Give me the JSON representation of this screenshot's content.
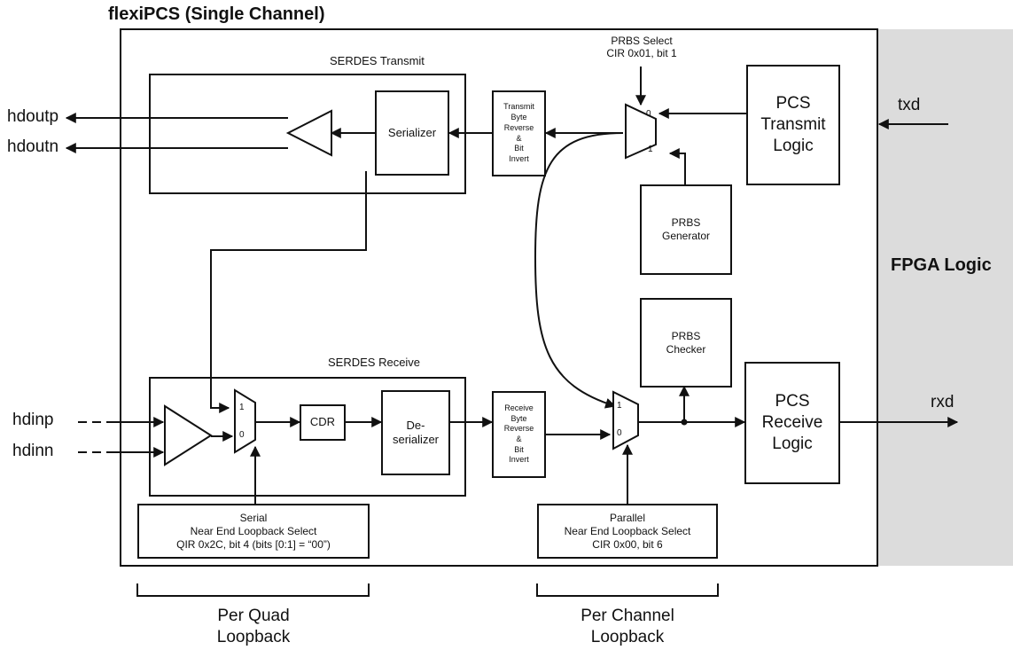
{
  "title": "flexiPCS (Single Channel)",
  "region_label": "FPGA Logic",
  "groups": {
    "serdes_transmit": "SERDES Transmit",
    "serdes_receive": "SERDES Receive"
  },
  "blocks": {
    "serializer": "Serializer",
    "transmit_reverse": "Transmit\nByte\nReverse\n&\nBit\nInvert",
    "receive_reverse": "Receive\nByte\nReverse\n&\nBit\nInvert",
    "pcs_transmit": "PCS\nTransmit\nLogic",
    "pcs_receive": "PCS\nReceive\nLogic",
    "prbs_generator": "PRBS\nGenerator",
    "prbs_checker": "PRBS\nChecker",
    "cdr": "CDR",
    "deserializer": "De-\nserializer",
    "serial_loopback_select": "Serial\nNear End Loopback Select\nQIR 0x2C, bit 4 (bits [0:1] = “00”)",
    "parallel_loopback_select": "Parallel\nNear End Loopback Select\nCIR 0x00, bit 6"
  },
  "prbs_select": "PRBS Select\nCIR 0x01, bit 1",
  "signals": {
    "hdoutp": "hdoutp",
    "hdoutn": "hdoutn",
    "hdinp": "hdinp",
    "hdinn": "hdinn",
    "txd": "txd",
    "rxd": "rxd"
  },
  "mux_inputs": {
    "prbs_mux": [
      "0",
      "1"
    ],
    "serial_mux": [
      "1",
      "0"
    ],
    "parallel_mux": [
      "1",
      "0"
    ]
  },
  "brackets": {
    "per_quad": "Per Quad\nLoopback",
    "per_channel": "Per Channel\nLoopback"
  }
}
